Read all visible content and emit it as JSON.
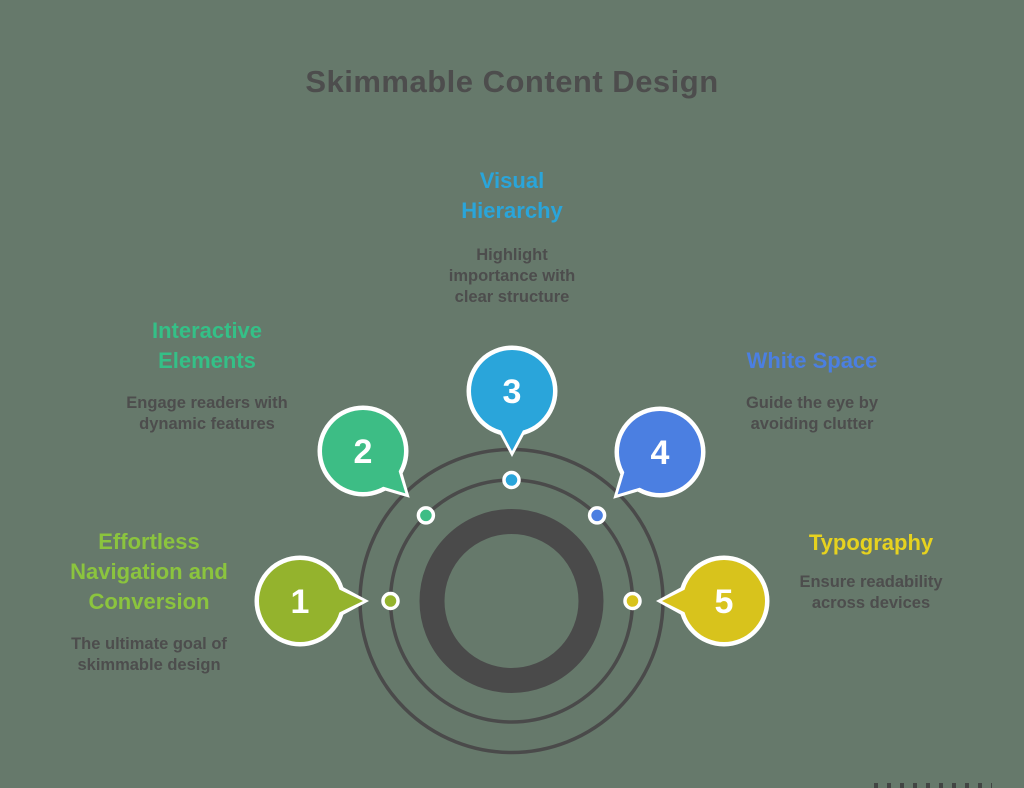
{
  "title": "Skimmable Content Design",
  "colors": {
    "background": "#66796b",
    "ring": "#4a4a4a",
    "title_text": "#4d4d4d",
    "body_text": "#4d4d4d",
    "bubble_number_text": "#ffffff",
    "bubble_border": "#ffffff"
  },
  "topics": [
    {
      "number": "1",
      "heading": "Effortless\nNavigation and\nConversion",
      "body": "The ultimate goal of\nskimmable design",
      "heading_color": "#8bc43e",
      "bubble_color": "#94b32d"
    },
    {
      "number": "2",
      "heading": "Interactive\nElements",
      "body": "Engage readers with\ndynamic features",
      "heading_color": "#34c087",
      "bubble_color": "#3dbd85"
    },
    {
      "number": "3",
      "heading": "Visual\nHierarchy",
      "body": "Highlight\nimportance with\nclear structure",
      "heading_color": "#2aa5da",
      "bubble_color": "#2aa5da"
    },
    {
      "number": "4",
      "heading": "White Space",
      "body": "Guide the eye by\navoiding clutter",
      "heading_color": "#4b7fe1",
      "bubble_color": "#4b7fe1"
    },
    {
      "number": "5",
      "heading": "Typography",
      "body": "Ensure readability\nacross devices",
      "heading_color": "#e6d21f",
      "bubble_color": "#d8c31c"
    }
  ]
}
